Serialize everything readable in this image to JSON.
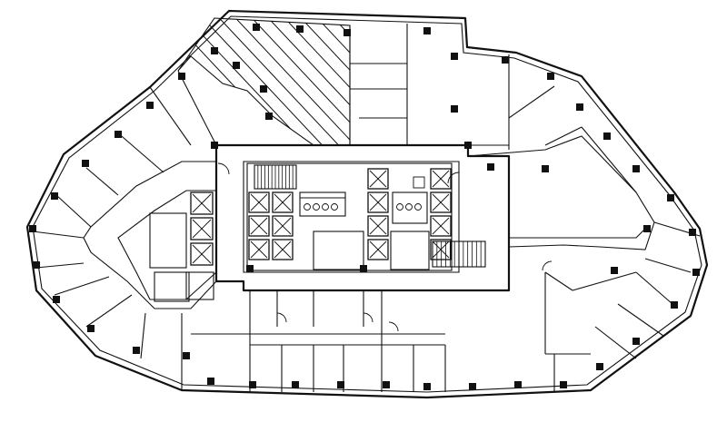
{
  "title": "",
  "colors": {
    "line": "#111111",
    "background": "#ffffff"
  },
  "regions": {
    "hatched_area": "hatched-zone",
    "core": "building-core",
    "elevator_banks": [
      "elevator-bank-left",
      "elevator-bank-center-left",
      "elevator-bank-center-right",
      "elevator-bank-right"
    ],
    "stairs": [
      "stair-left",
      "stair-right"
    ],
    "restrooms": [
      "restroom-left",
      "restroom-right"
    ]
  },
  "icons": [
    "column-icon",
    "elevator-icon",
    "stair-icon",
    "door-swing-icon"
  ]
}
